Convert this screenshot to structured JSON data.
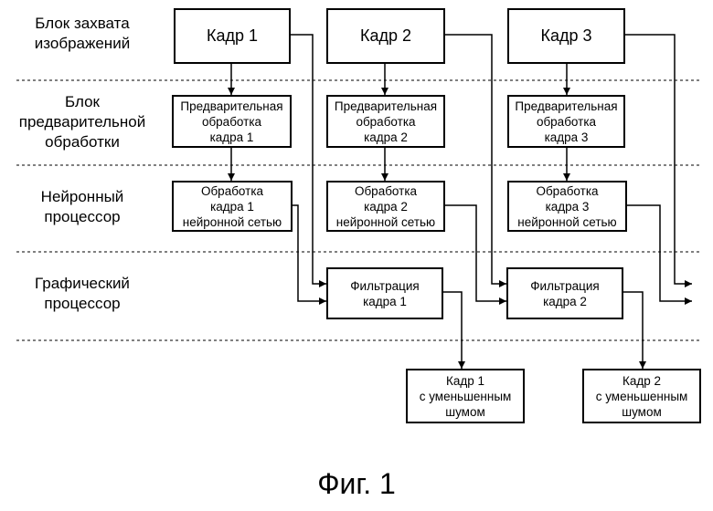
{
  "lanes": [
    {
      "lines": [
        "Блок захвата",
        "изображений"
      ]
    },
    {
      "lines": [
        "Блок",
        "предварительной",
        "обработки"
      ]
    },
    {
      "lines": [
        "Нейронный",
        "процессор"
      ]
    },
    {
      "lines": [
        "Графический",
        "процессор"
      ]
    }
  ],
  "capture_frames": [
    "Кадр 1",
    "Кадр 2",
    "Кадр 3"
  ],
  "preprocess_frames": [
    [
      "Предварительная",
      "обработка",
      "кадра 1"
    ],
    [
      "Предварительная",
      "обработка",
      "кадра 2"
    ],
    [
      "Предварительная",
      "обработка",
      "кадра 3"
    ]
  ],
  "neural_frames": [
    [
      "Обработка",
      "кадра 1",
      "нейронной сетью"
    ],
    [
      "Обработка",
      "кадра 2",
      "нейронной сетью"
    ],
    [
      "Обработка",
      "кадра 3",
      "нейронной сетью"
    ]
  ],
  "filter_frames": [
    [
      "Фильтрация",
      "кадра 1"
    ],
    [
      "Фильтрация",
      "кадра 2"
    ]
  ],
  "output_frames": [
    [
      "Кадр 1",
      "с уменьшенным",
      "шумом"
    ],
    [
      "Кадр 2",
      "с уменьшенным",
      "шумом"
    ]
  ],
  "figure_caption": "Фиг. 1"
}
